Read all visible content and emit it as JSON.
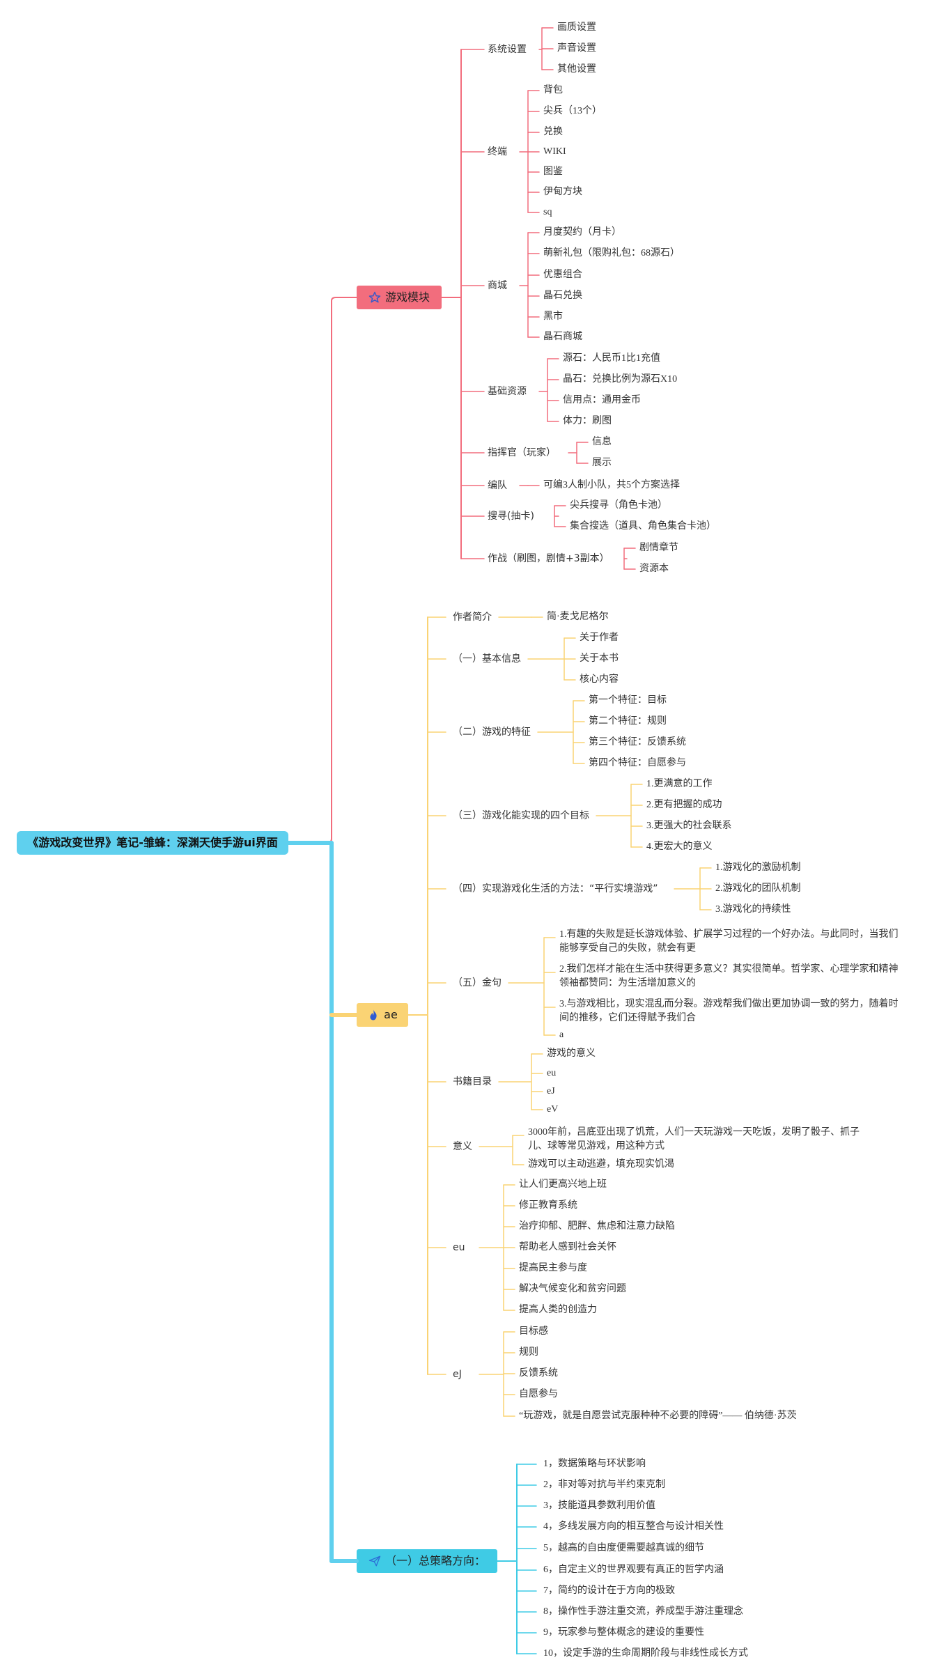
{
  "root": {
    "title": "《游戏改变世界》笔记-雏蜂：深渊天使手游ui界面"
  },
  "colors": {
    "root": "#5fd0ee",
    "b1": "#f26d7d",
    "b2": "#fad374",
    "b3": "#3fcbe5"
  },
  "b1": {
    "label": "游戏模块",
    "icon": "star-icon",
    "children": [
      {
        "label": "系统设置",
        "children": [
          "画质设置",
          "声音设置",
          "其他设置"
        ]
      },
      {
        "label": "终端",
        "children": [
          "背包",
          "尖兵（13个）",
          "兑换",
          "WIKI",
          "图鉴",
          "伊甸方块",
          "sq"
        ]
      },
      {
        "label": "商城",
        "children": [
          "月度契约（月卡）",
          "萌新礼包（限购礼包：68源石）",
          "优惠组合",
          "晶石兑换",
          "黑市",
          "晶石商城"
        ]
      },
      {
        "label": "基础资源",
        "children": [
          "源石：人民币1比1充值",
          "晶石：兑换比例为源石X10",
          "信用点：通用金币",
          "体力：刷图"
        ]
      },
      {
        "label": "指挥官（玩家）",
        "children": [
          "信息",
          "展示"
        ]
      },
      {
        "label": "编队",
        "children": [
          "可编3人制小队，共5个方案选择"
        ]
      },
      {
        "label": "搜寻(抽卡)",
        "children": [
          "尖兵搜寻（角色卡池）",
          "集合搜选（道具、角色集合卡池）"
        ]
      },
      {
        "label": "作战（刷图，剧情+3副本）",
        "children": [
          "剧情章节",
          "资源本"
        ]
      }
    ]
  },
  "b2": {
    "label": "ae",
    "icon": "fire-icon",
    "children": [
      {
        "label": "作者简介",
        "children": [
          "简·麦戈尼格尔"
        ]
      },
      {
        "label": "（一）基本信息",
        "children": [
          "关于作者",
          "关于本书",
          "核心内容"
        ]
      },
      {
        "label": "（二）游戏的特征",
        "children": [
          "第一个特征：目标",
          "第二个特征：规则",
          "第三个特征：反馈系统",
          "第四个特征：自愿参与"
        ]
      },
      {
        "label": "（三）游戏化能实现的四个目标",
        "children": [
          "1.更满意的工作",
          "2.更有把握的成功",
          "3.更强大的社会联系",
          "4.更宏大的意义"
        ]
      },
      {
        "label": "（四）实现游戏化生活的方法：“平行实境游戏”",
        "children": [
          "1.游戏化的激励机制",
          "2.游戏化的团队机制",
          "3.游戏化的持续性"
        ]
      },
      {
        "label": "（五）金句",
        "children": [
          "1.有趣的失败是延长游戏体验、扩展学习过程的一个好办法。与此同时，当我们能够享受自己的失败，就会有更",
          "2.我们怎样才能在生活中获得更多意义？其实很简单。哲学家、心理学家和精神领袖都赞同：为生活增加意义的",
          "3.与游戏相比，现实混乱而分裂。游戏帮我们做出更加协调一致的努力，随着时间的推移，它们还得赋予我们合",
          "a"
        ]
      },
      {
        "label": "书籍目录",
        "children": [
          "游戏的意义",
          "eu",
          "eJ",
          "eV"
        ]
      },
      {
        "label": "意义",
        "children": [
          "3000年前，吕底亚出现了饥荒，人们一天玩游戏一天吃饭，发明了骰子、抓子儿、球等常见游戏，用这种方式",
          "游戏可以主动逃避，填充现实饥渴"
        ]
      },
      {
        "label": "eu",
        "children": [
          "让人们更高兴地上班",
          "修正教育系统",
          "治疗抑郁、肥胖、焦虑和注意力缺陷",
          "帮助老人感到社会关怀",
          "提高民主参与度",
          "解决气候变化和贫穷问题",
          "提高人类的创造力"
        ]
      },
      {
        "label": "eJ",
        "children": [
          "目标感",
          "规则",
          "反馈系统",
          "自愿参与",
          "“玩游戏，就是自愿尝试克服种种不必要的障碍”—— 伯纳德·苏茨"
        ]
      }
    ]
  },
  "b3": {
    "label": "（一）总策略方向：",
    "icon": "send-icon",
    "children": [
      "1，数据策略与环状影响",
      "2，非对等对抗与半约束克制",
      "3，技能道具参数利用价值",
      "4，多线发展方向的相互整合与设计相关性",
      "5，越高的自由度便需要越真诚的细节",
      "6，自定主义的世界观要有真正的哲学内涵",
      "7，简约的设计在于方向的极致",
      "8，操作性手游注重交流，养成型手游注重理念",
      "9，玩家参与整体概念的建设的重要性",
      "10，设定手游的生命周期阶段与非线性成长方式"
    ]
  }
}
